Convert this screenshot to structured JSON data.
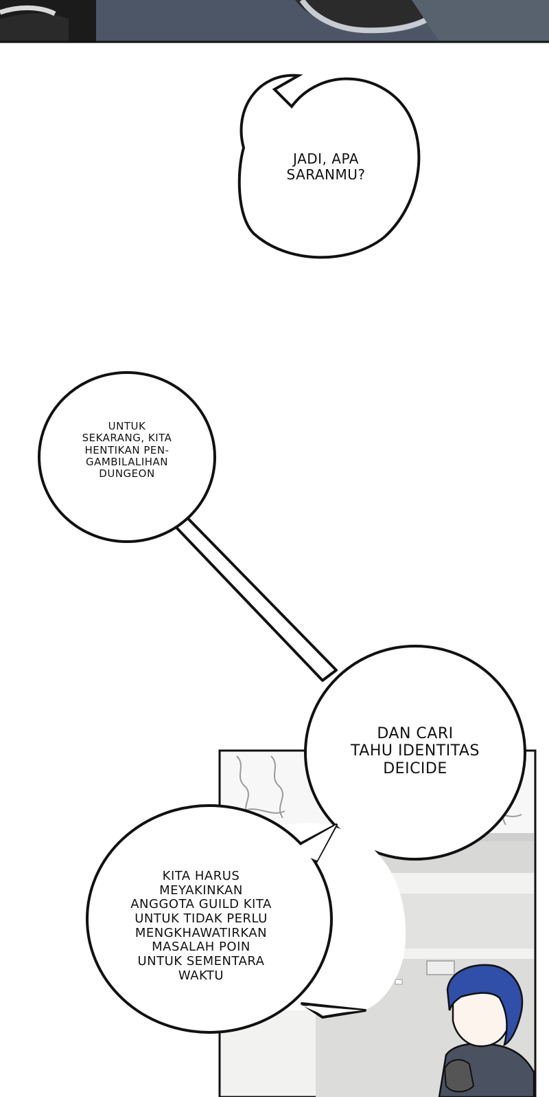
{
  "panels": {
    "top_panel": {
      "background": "#4c5666"
    },
    "bottom_panel": {
      "character_hair": "#2f4fa8",
      "background": "#f2f2f1"
    }
  },
  "bubbles": [
    {
      "id": "bubble-1",
      "lines": [
        "JADI, APA",
        "SARANMU?"
      ]
    },
    {
      "id": "bubble-2",
      "lines": [
        "UNTUK",
        "SEKARANG, KITA",
        "HENTIKAN PEN-",
        "GAMBILALIHAN",
        "DUNGEON"
      ]
    },
    {
      "id": "bubble-3",
      "lines": [
        "DAN CARI",
        "TAHU IDENTITAS",
        "DEICIDE"
      ]
    },
    {
      "id": "bubble-4",
      "lines": [
        "KITA HARUS",
        "MEYAKINKAN",
        "ANGGOTA GUILD KITA",
        "UNTUK TIDAK PERLU",
        "MENGKHAWATIRKAN",
        "MASALAH POIN",
        "UNTUK SEMENTARA",
        "WAKTU"
      ]
    }
  ],
  "colors": {
    "ink": "#111111",
    "paper": "#ffffff"
  }
}
